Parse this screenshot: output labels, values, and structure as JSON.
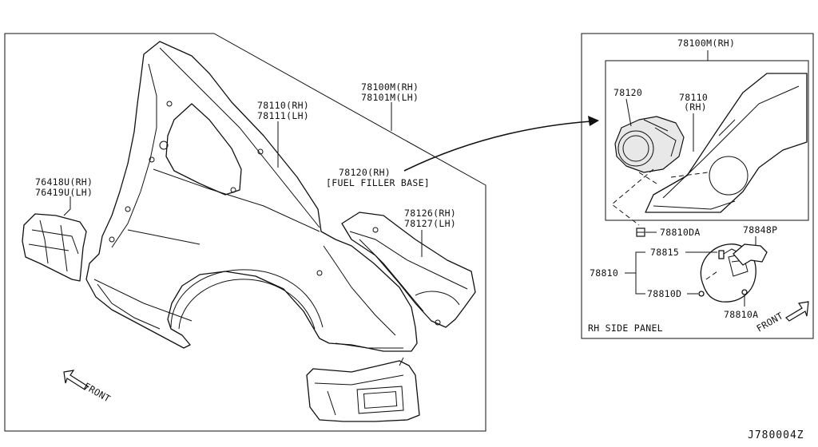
{
  "colors": {
    "ink": "#111111",
    "background": "#ffffff"
  },
  "main_panel": {
    "callouts": [
      {
        "id": "p78100",
        "lines": [
          "78100M(RH)",
          "78101M(LH)"
        ]
      },
      {
        "id": "p78110",
        "lines": [
          "78110(RH)",
          "78111(LH)"
        ]
      },
      {
        "id": "p76418",
        "lines": [
          "76418U(RH)",
          "76419U(LH)"
        ]
      },
      {
        "id": "p78120",
        "lines": [
          "78120(RH)",
          "[FUEL FILLER BASE]"
        ]
      },
      {
        "id": "p78126",
        "lines": [
          "78126(RH)",
          "78127(LH)"
        ]
      }
    ],
    "front_label": "FRONT"
  },
  "detail_panel": {
    "title_part": "78100M(RH)",
    "inner_labels": [
      {
        "id": "d78120",
        "lines": [
          "78120"
        ]
      },
      {
        "id": "d78110",
        "lines": [
          "78110",
          "(RH)"
        ]
      }
    ],
    "hardware_labels": [
      {
        "id": "d78810DA",
        "text": "78810DA"
      },
      {
        "id": "d78848P",
        "text": "78848P"
      },
      {
        "id": "d78815",
        "text": "78815"
      },
      {
        "id": "d78810",
        "text": "78810"
      },
      {
        "id": "d78810D",
        "text": "78810D"
      },
      {
        "id": "d78810A",
        "text": "78810A"
      }
    ],
    "panel_caption": "RH SIDE PANEL",
    "front_label": "FRONT"
  },
  "diagram_code": "J780004Z"
}
